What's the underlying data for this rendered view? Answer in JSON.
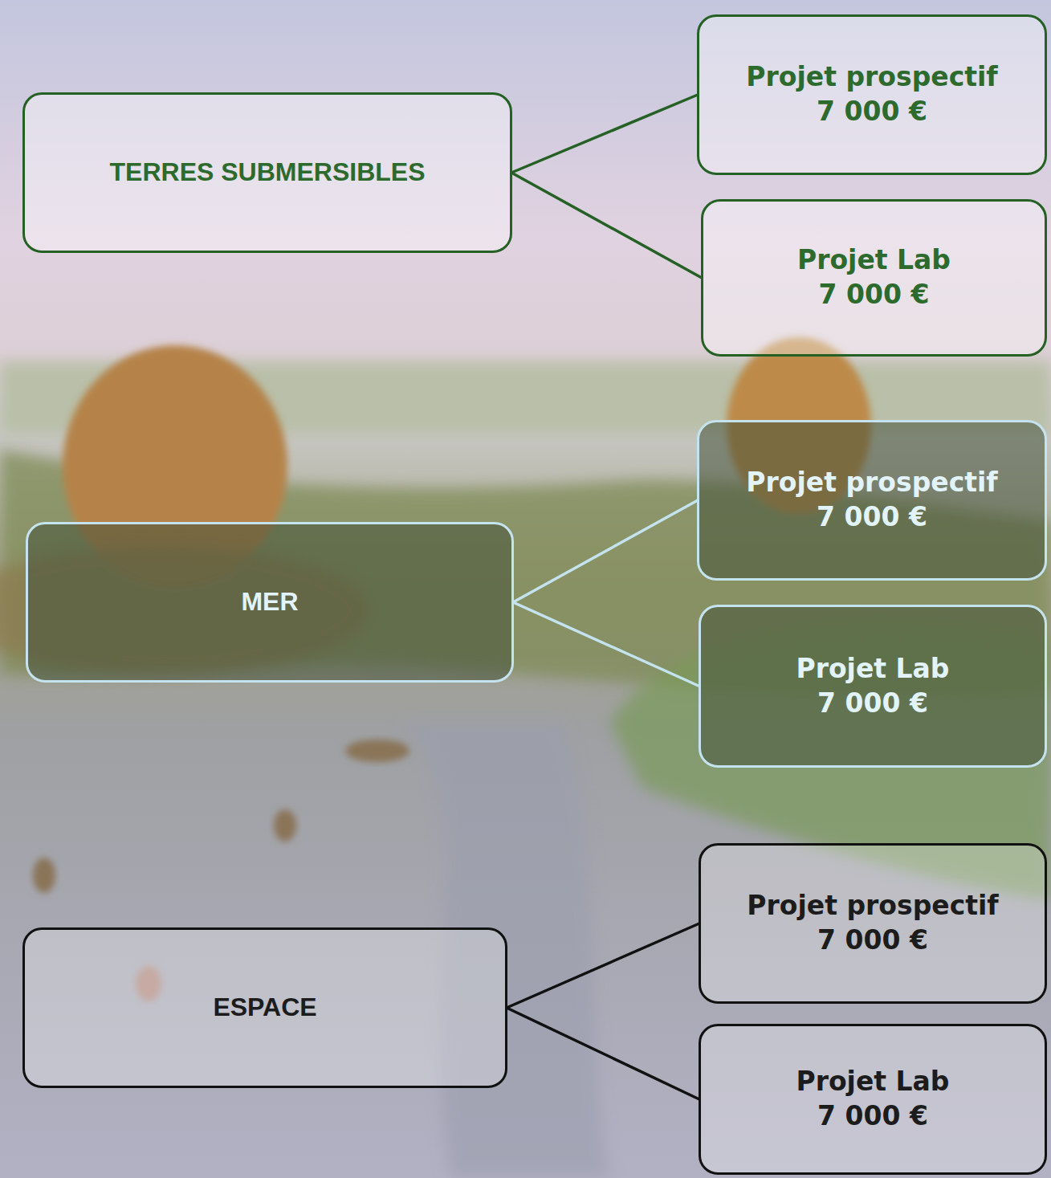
{
  "diagram": {
    "nodes": [
      {
        "text": [
          "TERRES SUBMERSIBLES"
        ]
      },
      {
        "text": [
          "Projet prospectif",
          "7 000 €"
        ]
      },
      {
        "text": [
          "Projet Lab",
          "7 000 €"
        ]
      },
      {
        "text": [
          "MER"
        ]
      },
      {
        "text": [
          "Projet prospectif",
          "7 000 €"
        ]
      },
      {
        "text": [
          "Projet Lab",
          "7 000 €"
        ]
      },
      {
        "text": [
          "ESPACE"
        ]
      },
      {
        "text": [
          "Projet prospectif",
          "7 000 €"
        ]
      },
      {
        "text": [
          "Projet Lab",
          "7 000 €"
        ]
      }
    ],
    "edges": [
      {
        "from": 0,
        "to": 1,
        "arrow": "none"
      },
      {
        "from": 0,
        "to": 2,
        "arrow": "none"
      },
      {
        "from": 3,
        "to": 4,
        "arrow": "none"
      },
      {
        "from": 3,
        "to": 5,
        "arrow": "none"
      },
      {
        "from": 6,
        "to": 7,
        "arrow": "none"
      },
      {
        "from": 6,
        "to": 8,
        "arrow": "none"
      }
    ]
  }
}
